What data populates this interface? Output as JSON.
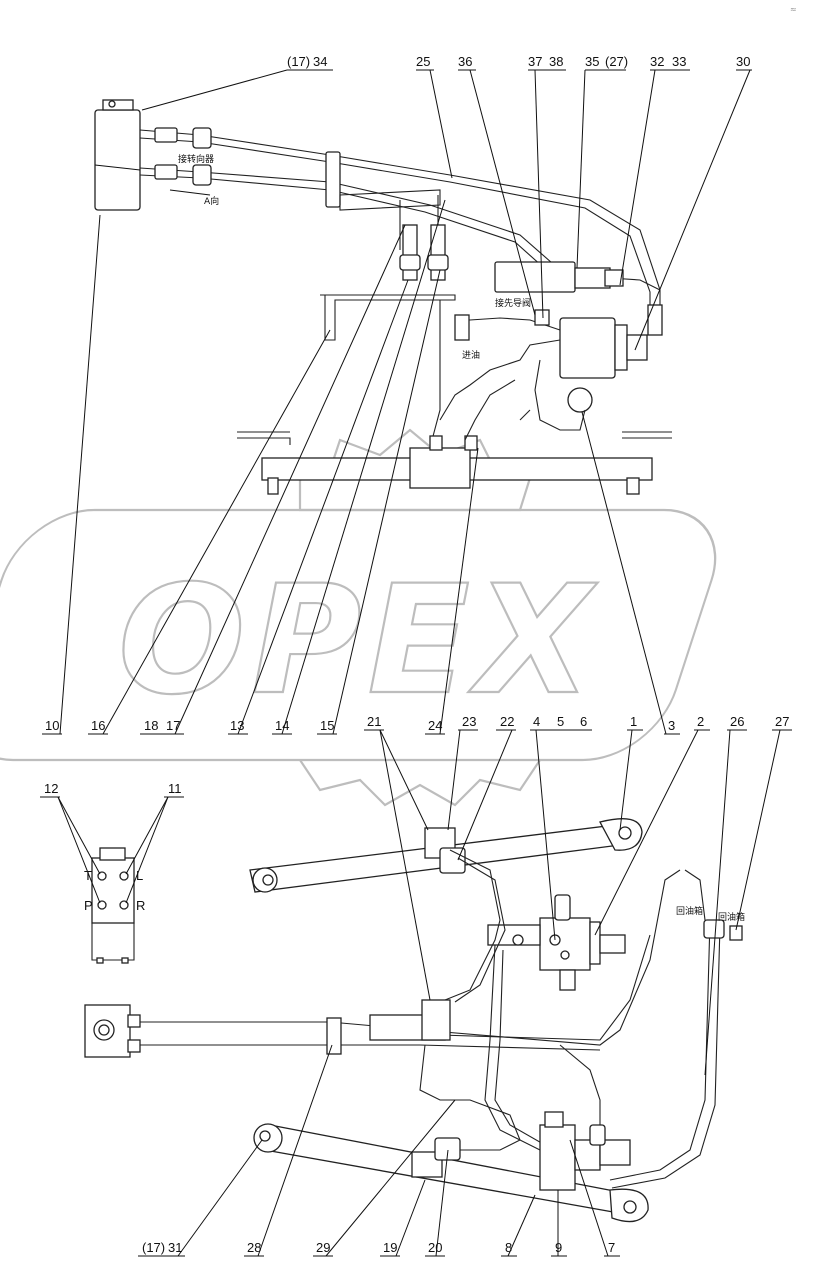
{
  "watermark": {
    "text": "OPEX"
  },
  "corner_mark": "≈",
  "callouts_top": [
    "(17)",
    "34",
    "25",
    "36",
    "37",
    "38",
    "35",
    "(27)",
    "32",
    "33",
    "30"
  ],
  "callouts_mid_bottom": [
    "10",
    "16",
    "18",
    "17",
    "13",
    "14",
    "15",
    "24",
    "3"
  ],
  "callouts_lower_top": [
    "21",
    "23",
    "22",
    "4",
    "5",
    "6",
    "1",
    "2",
    "26",
    "27",
    "12",
    "11"
  ],
  "callouts_bottom": [
    "(17)",
    "31",
    "28",
    "29",
    "19",
    "20",
    "8",
    "9",
    "7"
  ],
  "valve_ports": [
    "T",
    "L",
    "P",
    "R"
  ],
  "annotations": {
    "turn_cylinder": "接转向器",
    "a_direction": "A向",
    "pilot": "接先导阀",
    "oil_in": "进油",
    "return_tank_1": "回油箱",
    "return_tank_2": "回油箱"
  }
}
